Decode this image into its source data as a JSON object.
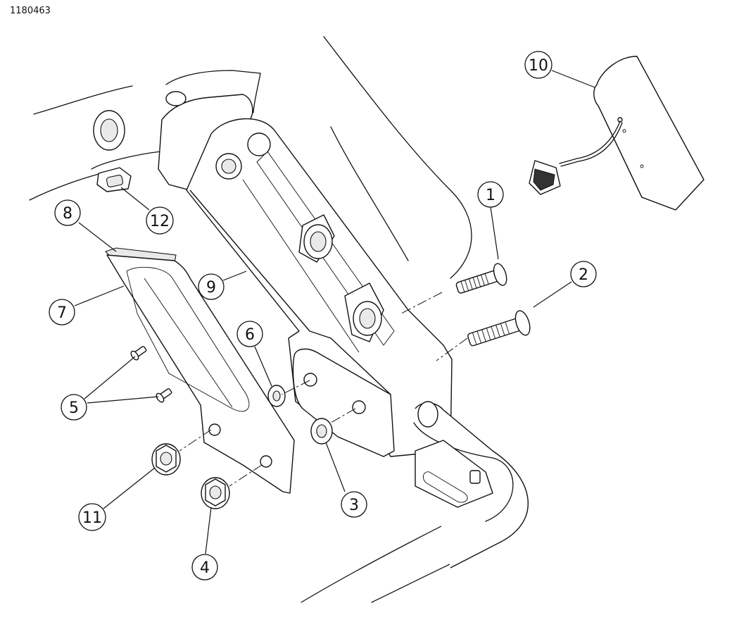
{
  "drawing_id": "1180463",
  "callouts": [
    {
      "id": "c1",
      "label": "1"
    },
    {
      "id": "c2",
      "label": "2"
    },
    {
      "id": "c3",
      "label": "3"
    },
    {
      "id": "c4",
      "label": "4"
    },
    {
      "id": "c5",
      "label": "5"
    },
    {
      "id": "c6",
      "label": "6"
    },
    {
      "id": "c7",
      "label": "7"
    },
    {
      "id": "c8",
      "label": "8"
    },
    {
      "id": "c9",
      "label": "9"
    },
    {
      "id": "c10",
      "label": "10"
    },
    {
      "id": "c11",
      "label": "11"
    },
    {
      "id": "c12",
      "label": "12"
    }
  ]
}
